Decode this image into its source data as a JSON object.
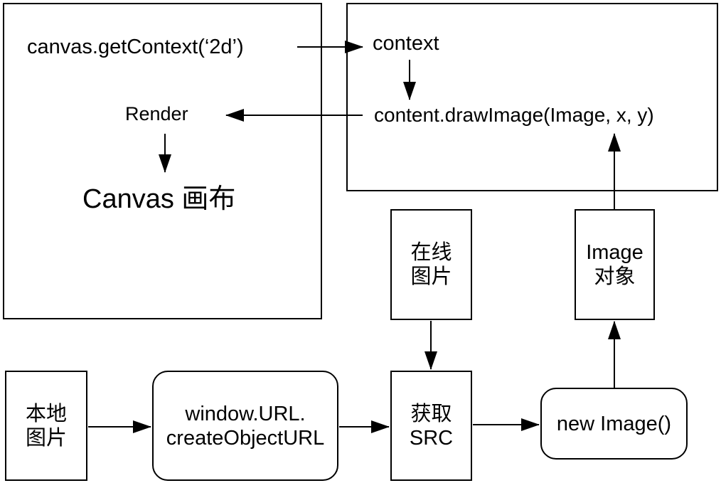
{
  "canvas_panel": {
    "get_context": "canvas.getContext(‘2d’)",
    "render": "Render",
    "canvas_label": "Canvas 画布"
  },
  "context_panel": {
    "context": "context",
    "draw_image": "content.drawImage(Image, x, y)"
  },
  "nodes": {
    "online_image": [
      "在线",
      "图片"
    ],
    "image_object": [
      "Image",
      "对象"
    ],
    "local_image": [
      "本地",
      "图片"
    ],
    "create_object_url": [
      "window.URL.",
      "createObjectURL"
    ],
    "get_src": [
      "获取",
      "SRC"
    ],
    "new_image": "new Image()"
  }
}
